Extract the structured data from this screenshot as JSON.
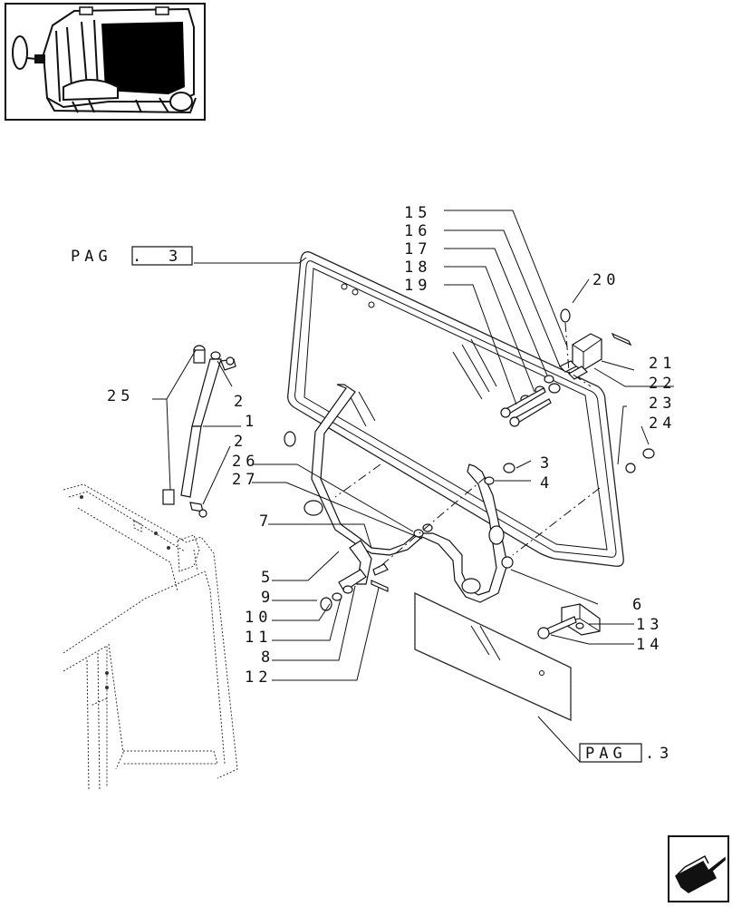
{
  "thumbnail": {
    "description_icon": "tractor-cab-thumbnail-icon"
  },
  "labels": {
    "l15": "15",
    "l16": "16",
    "l17": "17",
    "l18": "18",
    "l19": "19",
    "l20": "20",
    "l21": "21",
    "l22": "22",
    "l23": "23",
    "l24": "24",
    "l25": "25",
    "l2a": "2",
    "l1": "1",
    "l2b": "2",
    "l26": "26",
    "l27": "27",
    "l3": "3",
    "l4": "4",
    "l7": "7",
    "l5": "5",
    "l9": "9",
    "l10": "10",
    "l11": "11",
    "l8": "8",
    "l12": "12",
    "l6": "6",
    "l13": "13",
    "l14": "14"
  },
  "page_refs": {
    "top": {
      "prefix": "PAG",
      "sep": ".",
      "num": "3"
    },
    "bottom": {
      "prefix": "PAG",
      "sep": ".",
      "num": "3"
    }
  },
  "nav": {
    "icon": "next-page-arrow-icon"
  }
}
